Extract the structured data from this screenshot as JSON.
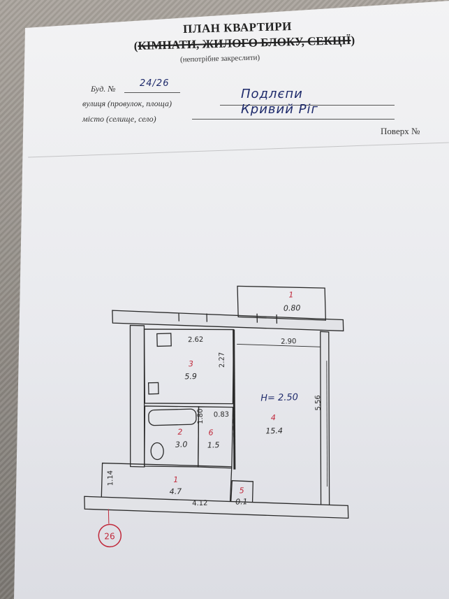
{
  "document": {
    "title": "ПЛАН КВАРТИРИ",
    "subtitle_open": "(",
    "subtitle_struck": "КІМНАТИ, ЖИЛОГО БЛОКУ, СЕКЦІЇ",
    "subtitle_close": ")",
    "note": "(непотрібне закреслити)",
    "building_label": "Буд. №",
    "building_value": "24/26",
    "street_label": "вулиця (провулок, площа)",
    "street_value": "Подлєпи",
    "city_label": "місто (селище, село)",
    "city_value": "Кривий Ріг",
    "floor_label": "Поверх №"
  },
  "plan": {
    "ceiling_height": "H= 2.50",
    "marker": "26",
    "dimensions": {
      "balcony_width": "2.90",
      "kitchen_width": "2.62",
      "kitchen_depth": "2.27",
      "room_depth": "5.56",
      "bath_depth": "1.80",
      "small_gap": "0.83",
      "hall_width": "4.12",
      "hall_depth": "1.14"
    },
    "rooms": [
      {
        "number": "1",
        "area": "0.80"
      },
      {
        "number": "3",
        "area": "5.9"
      },
      {
        "number": "4",
        "area": "15.4"
      },
      {
        "number": "2",
        "area": "3.0"
      },
      {
        "number": "6",
        "area": "1.5"
      },
      {
        "number": "1",
        "area": "4.7"
      },
      {
        "number": "5",
        "area": "0.1"
      }
    ]
  },
  "colors": {
    "ink": "#1e2a6b",
    "room_number": "#c0283a",
    "wall": "#2a2a2a",
    "marker": "#c0283a"
  }
}
